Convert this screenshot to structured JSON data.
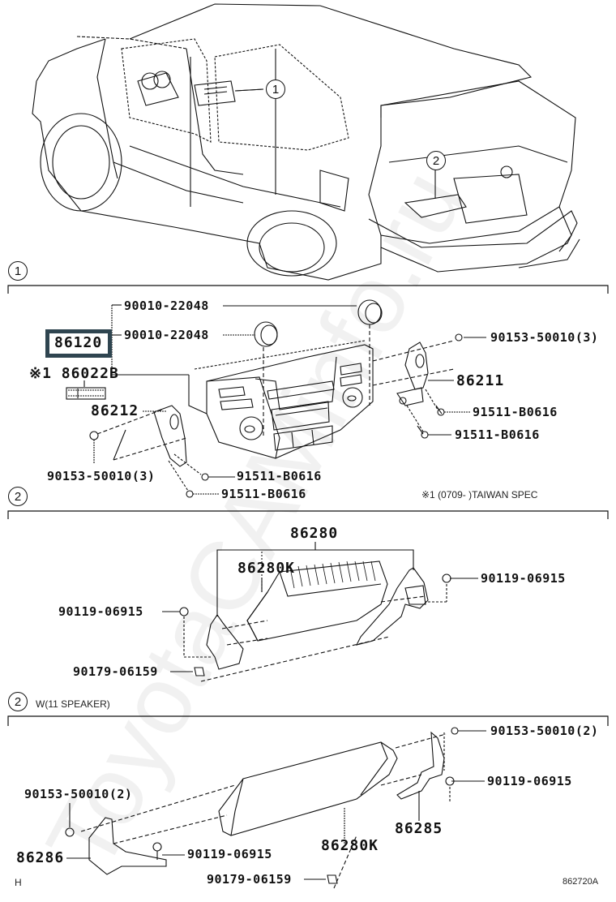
{
  "diagram": {
    "ref_code": "862720A",
    "corner_mark": "H",
    "watermark": "ToyotaCAMinfo.ru",
    "accent_color": "#2f4550",
    "vehicle_callouts": [
      "1",
      "2"
    ]
  },
  "sections": [
    {
      "id": "1",
      "callout": "1",
      "title": "",
      "labels": {
        "highlighted_part": "86120",
        "knob_upper": "90010-22048",
        "knob_lower": "90010-22048",
        "label_plate": "※1 86022B",
        "left_bracket": "86212",
        "right_bracket": "86211",
        "screw_right_top": "90153-50010(3)",
        "bolt_right_1": "91511-B0616",
        "bolt_right_2": "91511-B0616",
        "screw_left": "90153-50010(3)",
        "bolt_left_1": "91511-B0616",
        "bolt_left_2": "91511-B0616"
      },
      "footnote": "※1 (0709-     )TAIWAN SPEC"
    },
    {
      "id": "2a",
      "callout": "2",
      "title": "",
      "labels": {
        "amplifier_assy": "86280",
        "amplifier": "86280K",
        "bolt_left": "90119-06915",
        "bolt_right": "90119-06915",
        "nut": "90179-06159"
      }
    },
    {
      "id": "2b",
      "callout": "2",
      "title": "W(11 SPEAKER)",
      "labels": {
        "screw_right": "90153-50010(2)",
        "bolt_right": "90119-06915",
        "bracket_right": "86285",
        "screw_left": "90153-50010(2)",
        "bracket_left": "86286",
        "bolt_left": "90119-06915",
        "amplifier": "86280K",
        "nut": "90179-06159"
      }
    }
  ]
}
